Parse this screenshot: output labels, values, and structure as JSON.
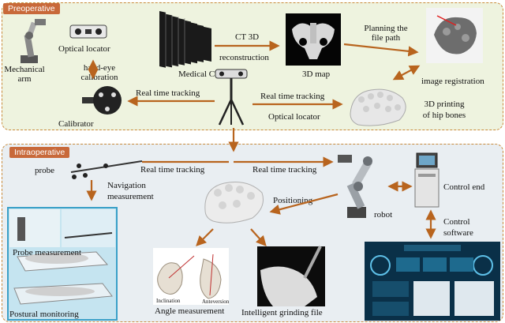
{
  "sections": {
    "preoperative": "Preoperative",
    "intraoperative": "Intraoperative"
  },
  "labels": {
    "optical_locator_top": "Optical locator",
    "mechanical_arm_1": "Mechanical",
    "mechanical_arm_2": "arm",
    "hand_eye_1": "hand-eye",
    "hand_eye_2": "calibration",
    "calibrator": "Calibrator",
    "medical_ct": "Medical CT",
    "ct3d_1": "CT 3D",
    "ct3d_2": "reconstruction",
    "map3d": "3D map",
    "planning_1": "Planning the",
    "planning_2": "file path",
    "image_registration": "image registration",
    "rt_tracking_left": "Real time tracking",
    "rt_tracking_right": "Real time tracking",
    "optical_locator_mid": "Optical locator",
    "printing_1": "3D printing",
    "printing_2": "of hip bones",
    "probe": "probe",
    "rt_tracking_probe": "Real time tracking",
    "rt_tracking_robot": "Real time tracking",
    "nav_1": "Navigation",
    "nav_2": "measurement",
    "positioning": "Positioning",
    "robot": "robot",
    "control_end": "Control end",
    "control_sw_1": "Control",
    "control_sw_2": "software",
    "probe_measurement": "Probe measurement",
    "postural_monitoring": "Postural monitoring",
    "angle_measurement": "Angle measurement",
    "inclination": "Inclination",
    "anteversion": "Anteversion",
    "grinding": "Intelligent grinding file"
  },
  "colors": {
    "arrow": "#b8641e",
    "pre_bg": "#eef3df",
    "intra_bg": "#e9eef2",
    "tag_bg": "#c8693a",
    "border": "#c98a3a"
  }
}
